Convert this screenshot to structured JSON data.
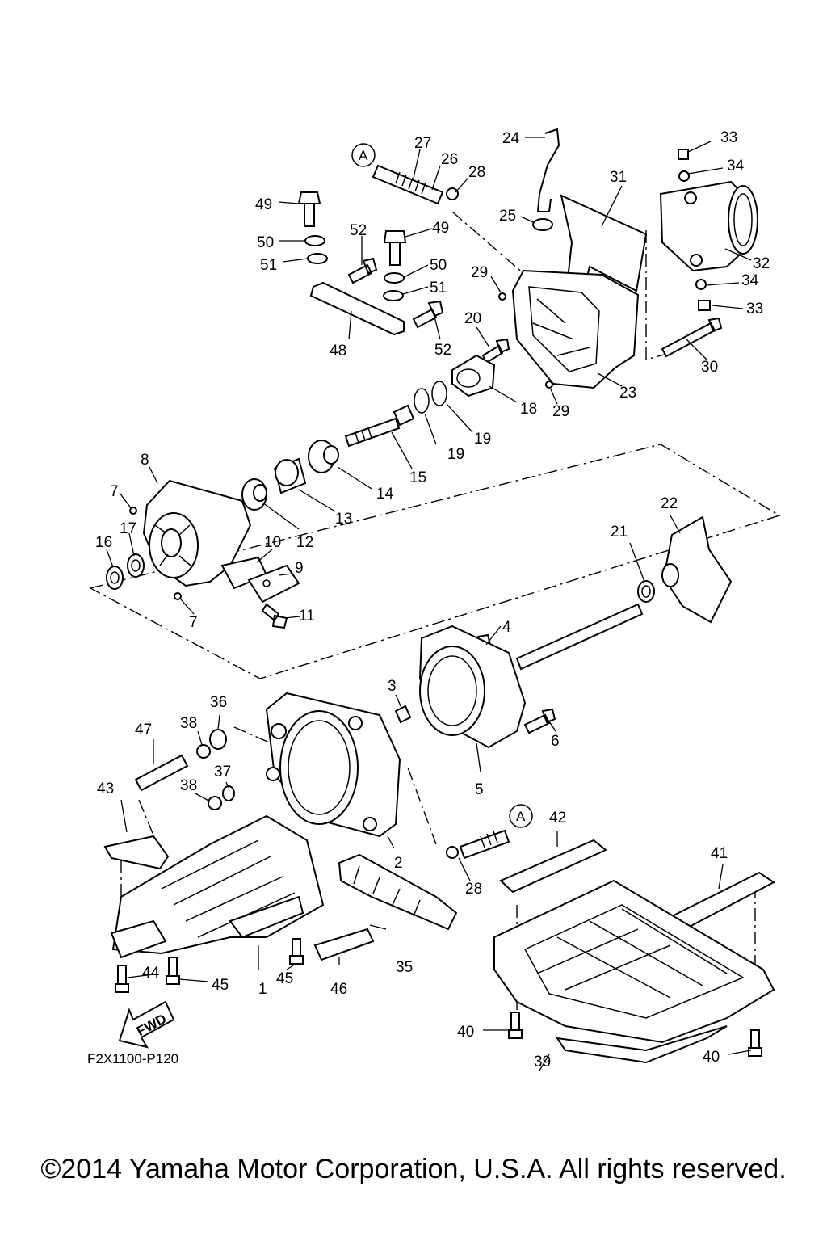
{
  "diagram_code": "F2X1100-P120",
  "fwd_label": "FWD",
  "ref_mark": "A",
  "copyright": "©2014 Yamaha Motor Corporation, U.S.A. All rights reserved.",
  "callouts": [
    "27",
    "26",
    "28",
    "24",
    "33",
    "34",
    "31",
    "49",
    "50",
    "51",
    "52",
    "49",
    "50",
    "51",
    "25",
    "29",
    "32",
    "34",
    "33",
    "48",
    "52",
    "20",
    "30",
    "23",
    "18",
    "29",
    "19",
    "19",
    "15",
    "8",
    "7",
    "14",
    "13",
    "12",
    "16",
    "17",
    "10",
    "9",
    "7",
    "11",
    "22",
    "21",
    "4",
    "3",
    "36",
    "38",
    "47",
    "6",
    "5",
    "37",
    "38",
    "43",
    "42",
    "41",
    "2",
    "28",
    "35",
    "44",
    "45",
    "1",
    "45",
    "46",
    "40",
    "39",
    "40"
  ]
}
